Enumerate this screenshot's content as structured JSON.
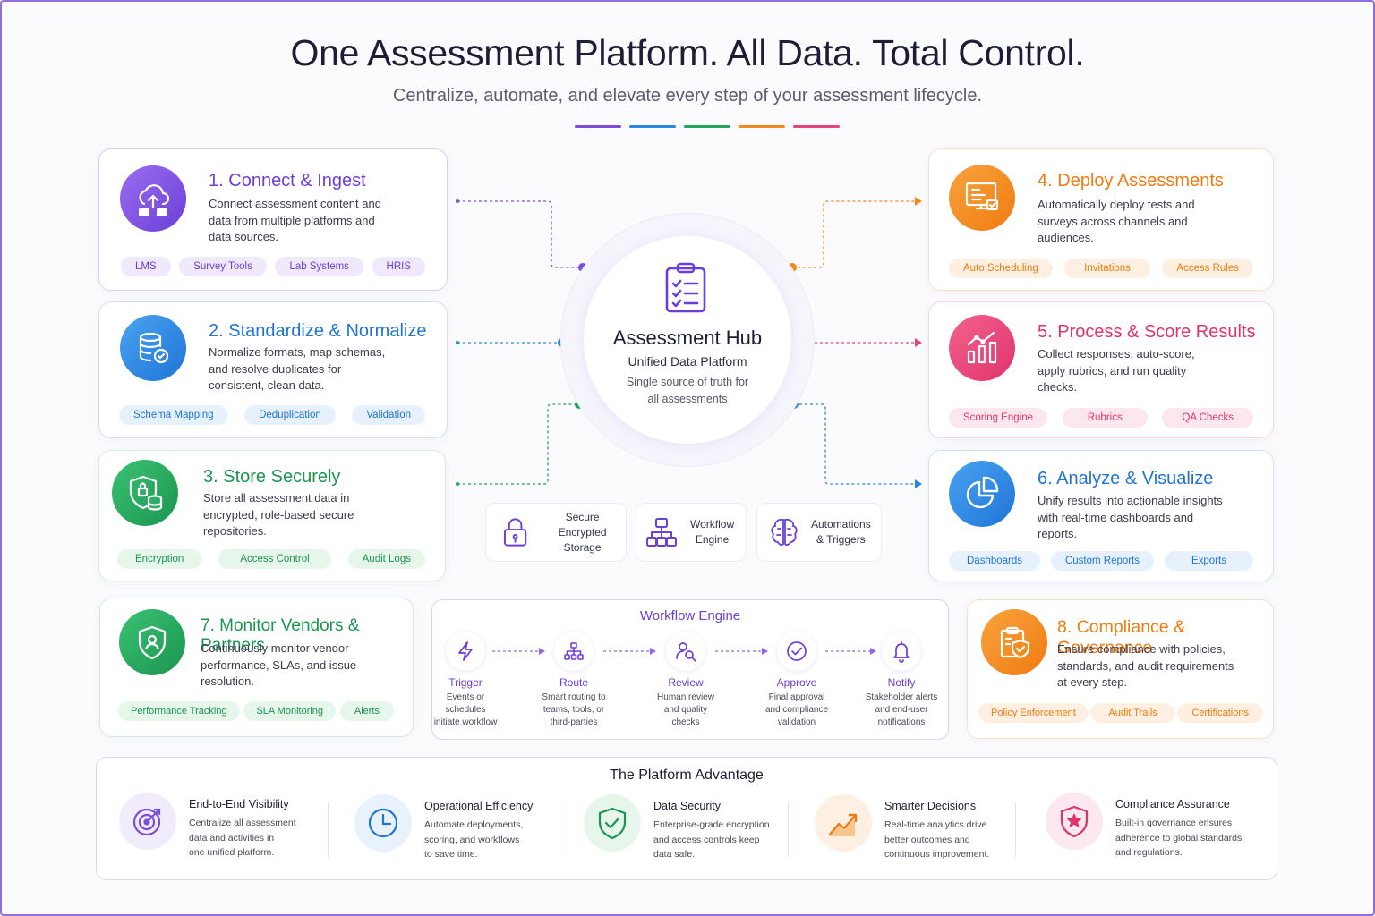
{
  "header": {
    "title": "One Assessment Platform. All Data. Total Control.",
    "subtitle": "Centralize, automate, and elevate every step of your assessment lifecycle.",
    "accent_colors": [
      "#7c4ddb",
      "#2a86e0",
      "#22a65a",
      "#f0891f",
      "#e6457d"
    ]
  },
  "hub": {
    "icon": "clipboard-checklist-icon",
    "title": "Assessment Hub",
    "subtitle": "Unified Data Platform",
    "desc_line1": "Single source of truth for",
    "desc_line2": "all assessments"
  },
  "hub_features": [
    {
      "icon": "lock-icon",
      "line1": "Secure",
      "line2": "Encrypted Storage"
    },
    {
      "icon": "workflow-icon",
      "line1": "Workflow",
      "line2": "Engine"
    },
    {
      "icon": "brain-icon",
      "line1": "Automations",
      "line2": "& Triggers"
    }
  ],
  "cards": [
    {
      "num": "1.",
      "title": "Connect & Ingest",
      "icon": "cloud-upload-icon",
      "color": "#7c4ddb",
      "lines": [
        "Connect assessment content and",
        "data from multiple platforms and",
        "data sources."
      ],
      "tags": [
        "LMS",
        "Survey Tools",
        "Lab Systems",
        "HRIS"
      ]
    },
    {
      "num": "2.",
      "title": "Standardize & Normalize",
      "icon": "database-check-icon",
      "color": "#2a86e0",
      "lines": [
        "Normalize formats, map schemas,",
        "and resolve duplicates for",
        "consistent, clean data."
      ],
      "tags": [
        "Schema Mapping",
        "Deduplication",
        "Validation"
      ]
    },
    {
      "num": "3.",
      "title": "Store Securely",
      "icon": "shield-database-icon",
      "color": "#22a65a",
      "lines": [
        "Store all assessment data in",
        "encrypted, role-based secure",
        "repositories."
      ],
      "tags": [
        "Encryption",
        "Access Control",
        "Audit Logs"
      ]
    },
    {
      "num": "4.",
      "title": "Deploy Assessments",
      "icon": "monitor-send-icon",
      "color": "#f0891f",
      "lines": [
        "Automatically deploy tests and",
        "surveys across channels and",
        "audiences."
      ],
      "tags": [
        "Auto Scheduling",
        "Invitations",
        "Access Rules"
      ]
    },
    {
      "num": "5.",
      "title": "Process & Score Results",
      "icon": "bar-chart-icon",
      "color": "#e6457d",
      "lines": [
        "Collect responses, auto-score,",
        "apply rubrics, and run quality",
        "checks."
      ],
      "tags": [
        "Scoring Engine",
        "Rubrics",
        "QA Checks"
      ]
    },
    {
      "num": "6.",
      "title": "Analyze & Visualize",
      "icon": "pie-chart-icon",
      "color": "#2a86e0",
      "lines": [
        "Unify results into actionable insights",
        "with real-time dashboards and",
        "reports."
      ],
      "tags": [
        "Dashboards",
        "Custom Reports",
        "Exports"
      ]
    },
    {
      "num": "7.",
      "title": "Monitor Vendors & Partners",
      "icon": "shield-user-icon",
      "color": "#22a65a",
      "lines": [
        "Continuously monitor vendor",
        "performance, SLAs, and issue",
        "resolution."
      ],
      "tags": [
        "Performance Tracking",
        "SLA Monitoring",
        "Alerts"
      ]
    },
    {
      "num": "8.",
      "title": "Compliance & Governance",
      "icon": "clipboard-badge-icon",
      "color": "#f0891f",
      "lines": [
        "Ensure compliance with policies,",
        "standards, and audit requirements",
        "at every step."
      ],
      "tags": [
        "Policy Enforcement",
        "Audit Trails",
        "Certifications"
      ]
    }
  ],
  "workflow": {
    "title": "Workflow Engine",
    "steps": [
      {
        "name": "Trigger",
        "icon": "lightning-icon",
        "desc": [
          "Events or",
          "schedules",
          "initiate workflow"
        ]
      },
      {
        "name": "Route",
        "icon": "routing-icon",
        "desc": [
          "Smart routing to",
          "teams, tools, or",
          "third-parties"
        ]
      },
      {
        "name": "Review",
        "icon": "user-search-icon",
        "desc": [
          "Human review",
          "and quality",
          "checks"
        ]
      },
      {
        "name": "Approve",
        "icon": "check-circle-icon",
        "desc": [
          "Final approval",
          "and compliance",
          "validation"
        ]
      },
      {
        "name": "Notify",
        "icon": "bell-icon",
        "desc": [
          "Stakeholder alerts",
          "and end-user",
          "notifications"
        ]
      }
    ]
  },
  "advantage": {
    "title": "The Platform Advantage",
    "items": [
      {
        "title": "End-to-End Visibility",
        "icon": "target-icon",
        "color": "#7c4ddb",
        "desc": [
          "Centralize all assessment",
          "data and activities in",
          "one unified platform."
        ]
      },
      {
        "title": "Operational Efficiency",
        "icon": "clock-icon",
        "color": "#2a86e0",
        "desc": [
          "Automate deployments,",
          "scoring, and workflows",
          "to save time."
        ]
      },
      {
        "title": "Data Security",
        "icon": "shield-check-icon",
        "color": "#22a65a",
        "desc": [
          "Enterprise-grade encryption",
          "and access controls keep",
          "data safe."
        ]
      },
      {
        "title": "Smarter Decisions",
        "icon": "trend-up-icon",
        "color": "#f0891f",
        "desc": [
          "Real-time analytics drive",
          "better outcomes and",
          "continuous improvement."
        ]
      },
      {
        "title": "Compliance Assurance",
        "icon": "shield-star-icon",
        "color": "#e6457d",
        "desc": [
          "Built-in governance ensures",
          "adherence to global standards",
          "and regulations."
        ]
      }
    ]
  }
}
